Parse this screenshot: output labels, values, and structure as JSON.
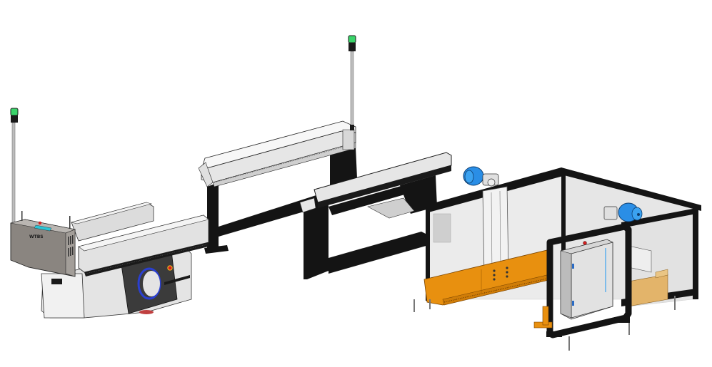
{
  "scene": {
    "type": "3D CAD render — automated material handling cell",
    "background": "#ffffff"
  },
  "colors": {
    "frame_black": "#141414",
    "sheet_metal": "#dcdcdc",
    "sheet_metal_dark": "#b9b9b9",
    "panel_glass": "#e9e9e9",
    "orange": "#e8900f",
    "tan": "#e3b46a",
    "motor_blue": "#2a8ee6",
    "beacon_green": "#3ad46a",
    "estop_red": "#d62020",
    "display_cyan": "#2bc4d6",
    "ring_blue": "#2a3fd0",
    "amr_dark": "#3b3b3b"
  },
  "components": {
    "amr": {
      "name": "mobile-robot",
      "label_text": "WTBS",
      "beacon": "green-stack-light",
      "parts": [
        "control-box",
        "twin-conveyor-arms",
        "lidar-window",
        "e-stop",
        "drive-wheel"
      ]
    },
    "stand_1": {
      "name": "conveyor-stand-left",
      "color": "black",
      "tray": "sheet-metal-trough"
    },
    "stand_2": {
      "name": "conveyor-stand-center",
      "color": "black",
      "beacon": "green-stack-light"
    },
    "cell": {
      "name": "guarded-cell",
      "motors": 2,
      "motor_color": "blue",
      "base": "orange-fork-tray",
      "enclosure": "electrical-cabinet-with-estop",
      "fence": "black-frame-clear-panels"
    }
  }
}
